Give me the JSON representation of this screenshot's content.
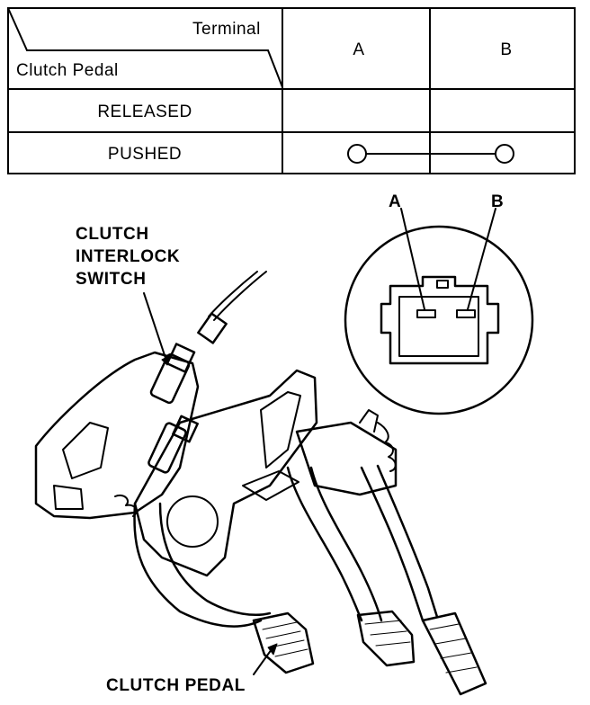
{
  "table": {
    "header_terminal": "Terminal",
    "header_clutch_pedal": "Clutch Pedal",
    "columns": [
      "A",
      "B"
    ],
    "rows": [
      {
        "label": "RELEASED",
        "continuity": false
      },
      {
        "label": "PUSHED",
        "continuity": true
      }
    ]
  },
  "labels": {
    "switch_lines": [
      "CLUTCH",
      "INTERLOCK",
      "SWITCH"
    ],
    "pedal": "CLUTCH PEDAL",
    "terminal_a": "A",
    "terminal_b": "B"
  }
}
